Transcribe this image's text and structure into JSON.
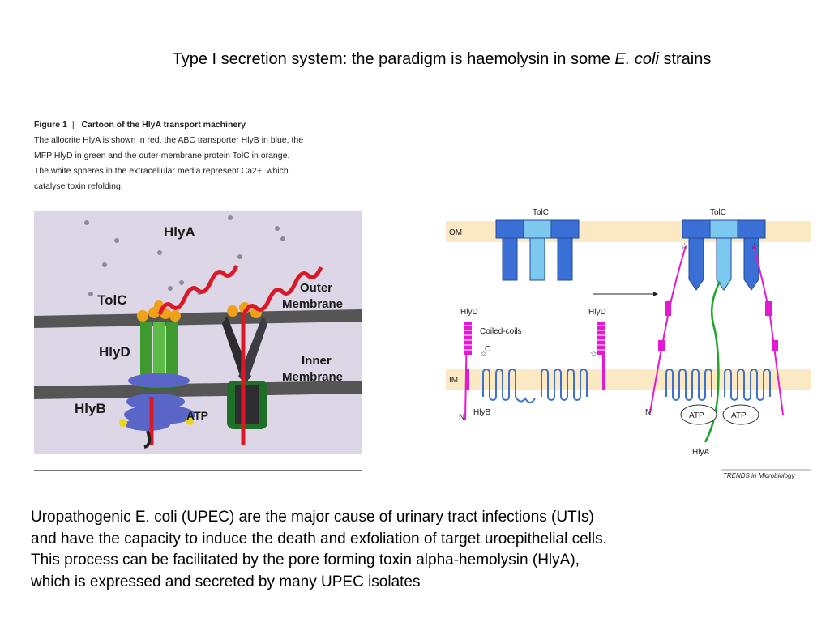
{
  "title": {
    "prefix": "Type I secretion system: the paradigm is haemolysin in some",
    "italic": "E. coli",
    "suffix": "strains"
  },
  "figure1": {
    "caption_title": "Figure 1",
    "caption_heading": "Cartoon of the HlyA transport machinery",
    "caption_lines": [
      "The allocrite HlyA is shown in red, the ABC transporter HlyB in blue, the",
      "MFP HlyD in green and the outer-membrane protein TolC in orange.",
      "The white spheres in the extracellular media represent Ca2+, which",
      "catalyse toxin refolding."
    ],
    "labels": {
      "hlya": "HlyA",
      "tolc": "TolC",
      "hlyd": "HlyD",
      "hlyb": "HlyB",
      "atp": "ATP",
      "outer_1": "Outer",
      "outer_2": "Membrane",
      "inner_1": "Inner",
      "inner_2": "Membrane"
    }
  },
  "figure2": {
    "labels": {
      "tolc_left": "TolC",
      "tolc_right": "TolC",
      "om": "OM",
      "im": "IM",
      "hlyd_left": "HlyD",
      "hlyd_right": "HlyD",
      "coiled_coils": "Coiled-coils",
      "c_term": "C",
      "n_left": "N",
      "n_right": "N",
      "hlyb": "HlyB",
      "atp_1": "ATP",
      "atp_2": "ATP",
      "hlya": "HlyA",
      "source": "TRENDS in Microbiology"
    },
    "colors": {
      "membrane": "#fbe9c4",
      "tolc_dark": "#3a6fd6",
      "tolc_light": "#7cc8ef",
      "hlyd": "#e21ad0",
      "hlyb": "#3f6fd0",
      "hlya": "#1ea32b"
    }
  },
  "body": {
    "lines": [
      "Uropathogenic E. coli (UPEC) are the major cause of urinary tract infections (UTIs)",
      "and have the capacity to induce the death and exfoliation of target uroepithelial cells.",
      "This process can be facilitated by the pore forming toxin alpha-hemolysin (HlyA),",
      "which is expressed and secreted by many UPEC isolates"
    ]
  }
}
